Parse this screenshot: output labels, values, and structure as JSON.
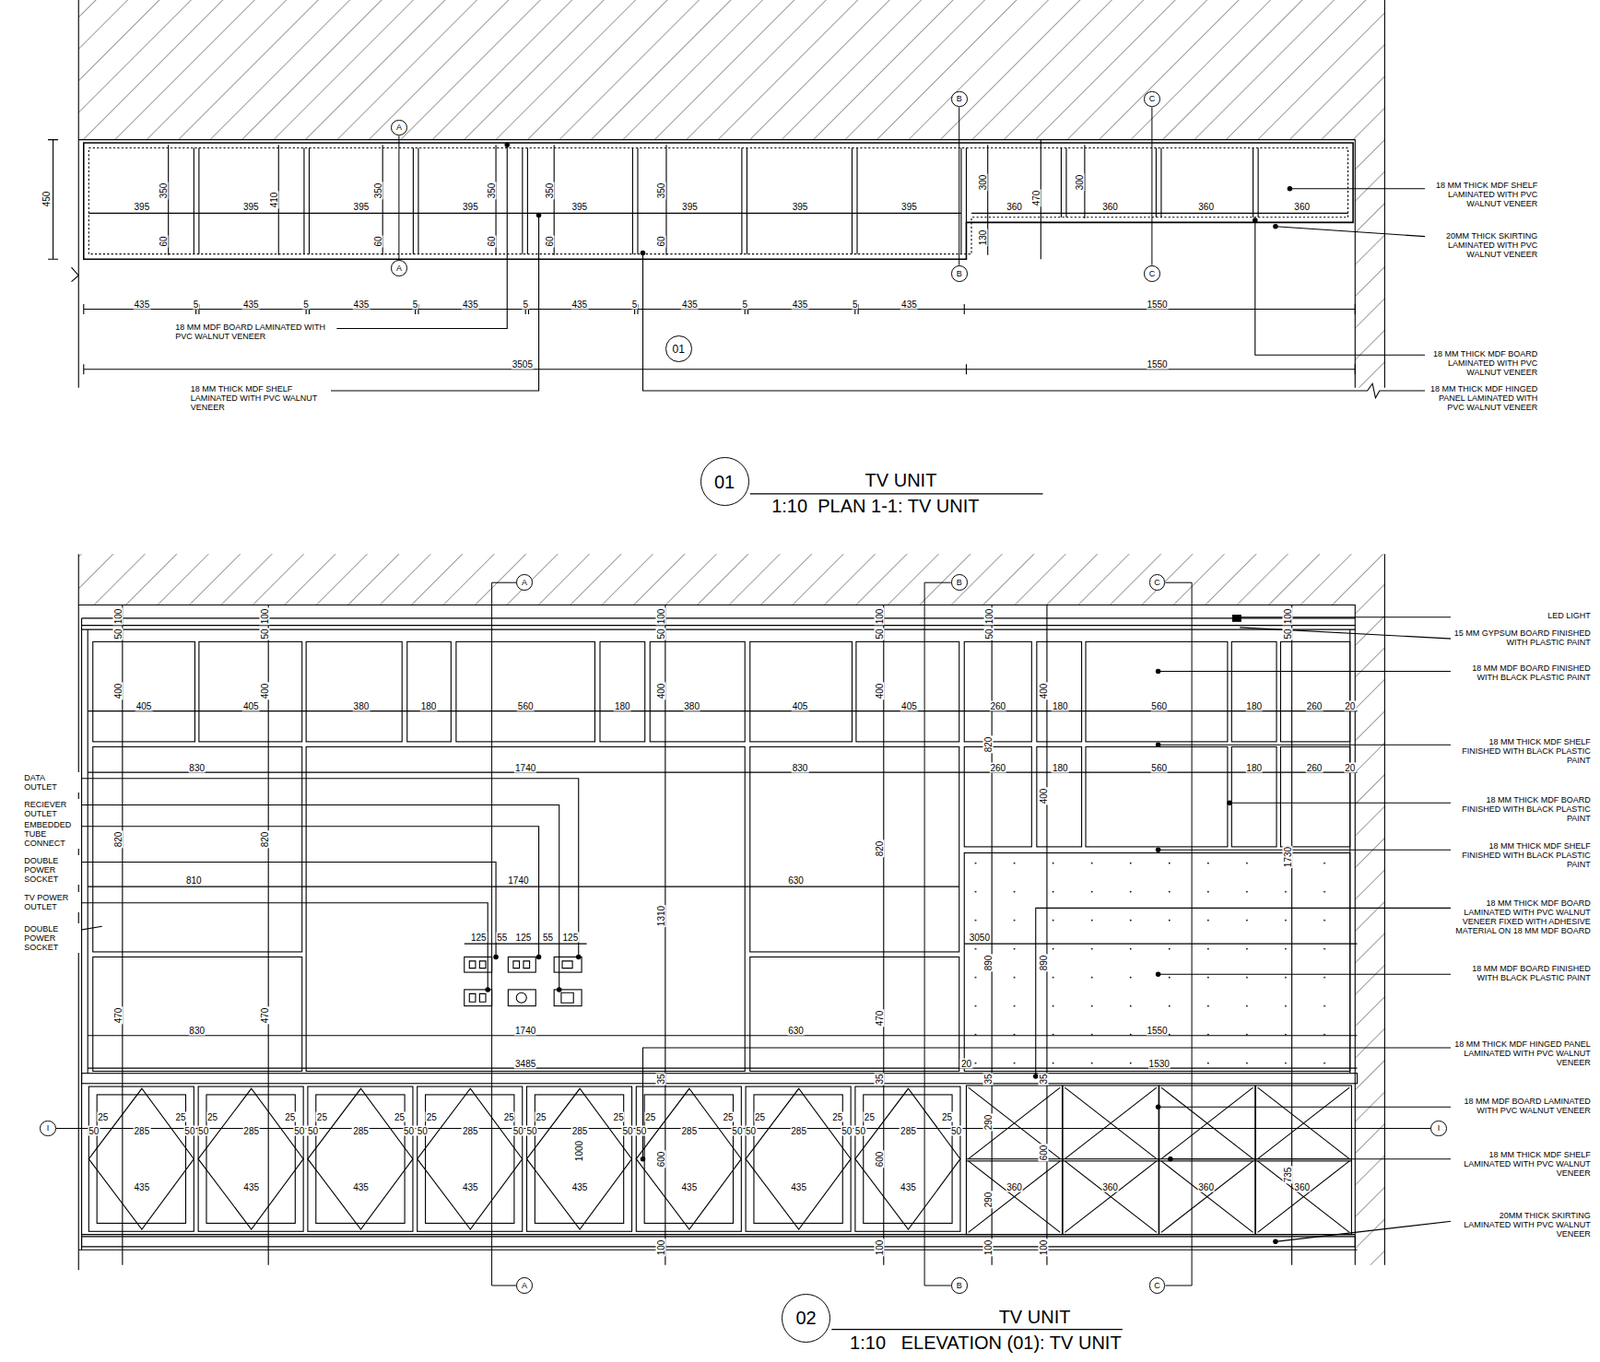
{
  "diagram": {
    "nodes": [
      {
        "text": [
          "01",
          "TV UNIT",
          "1:10  PLAN 1-1: TV UNIT"
        ]
      },
      {
        "text": [
          "02",
          "TV UNIT",
          "1:10   ELEVATION (01): TV UNIT"
        ]
      },
      {
        "text": [
          "A"
        ]
      },
      {
        "text": [
          "A"
        ]
      },
      {
        "text": [
          "B"
        ]
      },
      {
        "text": [
          "B"
        ]
      },
      {
        "text": [
          "C"
        ]
      },
      {
        "text": [
          "C"
        ]
      },
      {
        "text": [
          "01"
        ]
      },
      {
        "text": [
          "A"
        ]
      },
      {
        "text": [
          "A"
        ]
      },
      {
        "text": [
          "B"
        ]
      },
      {
        "text": [
          "B"
        ]
      },
      {
        "text": [
          "C"
        ]
      },
      {
        "text": [
          "C"
        ]
      },
      {
        "text": [
          "I"
        ]
      },
      {
        "text": [
          "I"
        ]
      }
    ],
    "edges": [
      {
        "from": 2,
        "to": 3,
        "arrow": "none"
      },
      {
        "from": 4,
        "to": 5,
        "arrow": "none"
      },
      {
        "from": 6,
        "to": 7,
        "arrow": "none"
      },
      {
        "from": 9,
        "to": 10,
        "arrow": "none"
      },
      {
        "from": 11,
        "to": 12,
        "arrow": "none"
      },
      {
        "from": 13,
        "to": 14,
        "arrow": "none"
      },
      {
        "from": 15,
        "to": 16,
        "arrow": "none"
      }
    ],
    "labels": [
      "450",
      "395",
      "395",
      "395",
      "395",
      "395",
      "395",
      "395",
      "395",
      "360",
      "360",
      "360",
      "360",
      "350",
      "410",
      "350",
      "350",
      "350",
      "350",
      "300",
      "470",
      "300",
      "60",
      "60",
      "60",
      "60",
      "60",
      "130",
      "435",
      "435",
      "435",
      "435",
      "435",
      "435",
      "435",
      "435",
      "5",
      "5",
      "5",
      "5",
      "5",
      "5",
      "5",
      "1550",
      "3505",
      "1550",
      "18 MM MDF BOARD LAMINATED WITH PVC WALNUT VENEER",
      "18 MM THICK MDF SHELF LAMINATED WITH PVC WALNUT VENEER",
      "18 MM THICK MDF SHELF LAMINATED WITH PVC WALNUT VENEER",
      "20MM THICK SKIRTING LAMINATED WITH PVC WALNUT VENEER",
      "18 MM THICK MDF BOARD LAMINATED WITH PVC WALNUT VENEER",
      "18 MM THICK MDF HINGED PANEL LAMINATED WITH PVC WALNUT VENEER",
      "100",
      "100",
      "100",
      "100",
      "100",
      "100",
      "50",
      "50",
      "50",
      "50",
      "50",
      "50",
      "400",
      "400",
      "400",
      "400",
      "400",
      "405",
      "405",
      "380",
      "180",
      "560",
      "180",
      "380",
      "405",
      "405",
      "260",
      "180",
      "560",
      "180",
      "260",
      "20",
      "820",
      "830",
      "1740",
      "830",
      "260",
      "180",
      "560",
      "180",
      "260",
      "20",
      "820",
      "820",
      "820",
      "400",
      "1730",
      "810",
      "1740",
      "630",
      "1310",
      "125",
      "55",
      "125",
      "55",
      "125",
      "3050",
      "890",
      "890",
      "470",
      "470",
      "470",
      "830",
      "1740",
      "630",
      "1550",
      "3485",
      "20",
      "1530",
      "35",
      "35",
      "35",
      "35",
      "25",
      "25",
      "25",
      "25",
      "25",
      "25",
      "25",
      "25",
      "25",
      "25",
      "25",
      "25",
      "25",
      "25",
      "25",
      "25",
      "50",
      "285",
      "50",
      "50",
      "285",
      "50",
      "50",
      "285",
      "50",
      "50",
      "285",
      "50",
      "50",
      "285",
      "50",
      "50",
      "285",
      "50",
      "50",
      "285",
      "50",
      "50",
      "285",
      "50",
      "435",
      "435",
      "435",
      "435",
      "435",
      "435",
      "435",
      "435",
      "360",
      "360",
      "360",
      "360",
      "1000",
      "600",
      "600",
      "600",
      "290",
      "290",
      "735",
      "100",
      "100",
      "100",
      "100",
      "DATA OUTLET",
      "RECIEVER OUTLET",
      "EMBEDDED TUBE CONNECT",
      "DOUBLE POWER SOCKET",
      "TV POWER OUTLET",
      "DOUBLE POWER SOCKET",
      "LED LIGHT",
      "15 MM GYPSUM BOARD FINISHED WITH PLASTIC PAINT",
      "18 MM MDF BOARD FINISHED WITH BLACK PLASTIC PAINT",
      "18 MM THICK MDF SHELF FINISHED WITH BLACK PLASTIC PAINT",
      "18 MM THICK MDF BOARD FINISHED WITH BLACK PLASTIC PAINT",
      "18 MM THICK MDF SHELF FINISHED WITH BLACK PLASTIC PAINT",
      "18 MM THICK MDF BOARD LAMINATED WITH PVC WALNUT VENEER FIXED WITH ADHESIVE MATERIAL ON 18 MM MDF BOARD",
      "18 MM MDF BOARD FINISHED WITH BLACK PLASTIC PAINT",
      "18 MM THICK MDF HINGED PANEL LAMINATED WITH PVC WALNUT VENEER",
      "18 MM MDF BOARD LAMINATED WITH PVC WALNUT VENEER",
      "18 MM THICK MDF SHELF LAMINATED WITH PVC WALNUT VENEER",
      "20MM THICK SKIRTING LAMINATED WITH PVC WALNUT VENEER"
    ]
  }
}
